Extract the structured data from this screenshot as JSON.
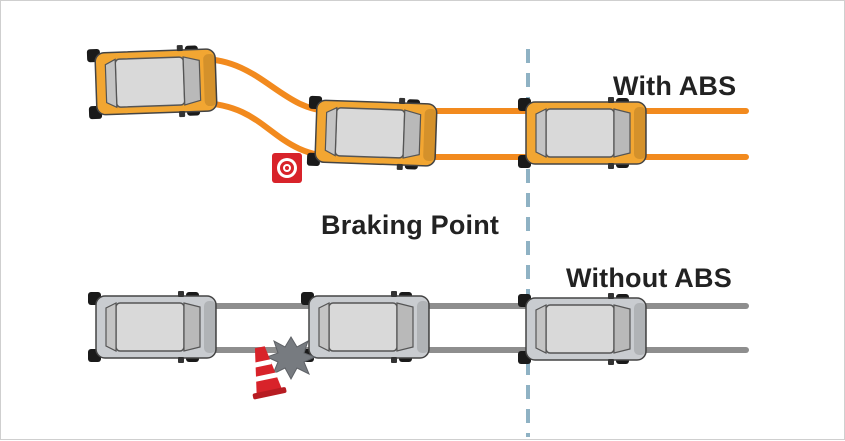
{
  "labels": {
    "with_abs": "With ABS",
    "braking_point": "Braking Point",
    "without_abs": "Without ABS"
  },
  "colors": {
    "with_abs_car": "#f2a632",
    "with_abs_track": "#f28a1e",
    "without_abs_car": "#c9ccd0",
    "without_abs_track": "#8e8e8e",
    "braking_line": "#8fb2c4",
    "target_red": "#d8232a",
    "cone_red": "#d8232a",
    "impact_gray": "#777b80"
  },
  "icons": [
    "target-icon",
    "traffic-cone-icon",
    "impact-burst-icon"
  ]
}
